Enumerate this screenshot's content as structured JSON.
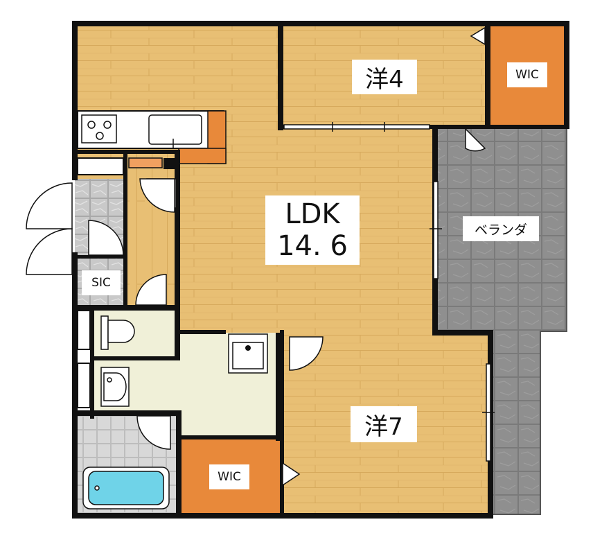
{
  "rooms": {
    "western_4": "洋4",
    "western_7": "洋7",
    "wic_top": "WIC",
    "wic_bottom": "WIC",
    "sic": "SIC",
    "ldk_name": "LDK",
    "ldk_size": "14. 6",
    "balcony": "ベランダ"
  },
  "colors": {
    "wall": "#111111",
    "wood_floor": "#e8bf74",
    "wood_grain": "#d6a95c",
    "wic_floor": "#e8893a",
    "balcony_floor": "#8c8c8c",
    "sanitary_floor": "#f0f0d8",
    "tile_floor": "#d9d9d9",
    "bath_water": "#6fd3e8",
    "kitchen_counter": "#e8893a"
  }
}
